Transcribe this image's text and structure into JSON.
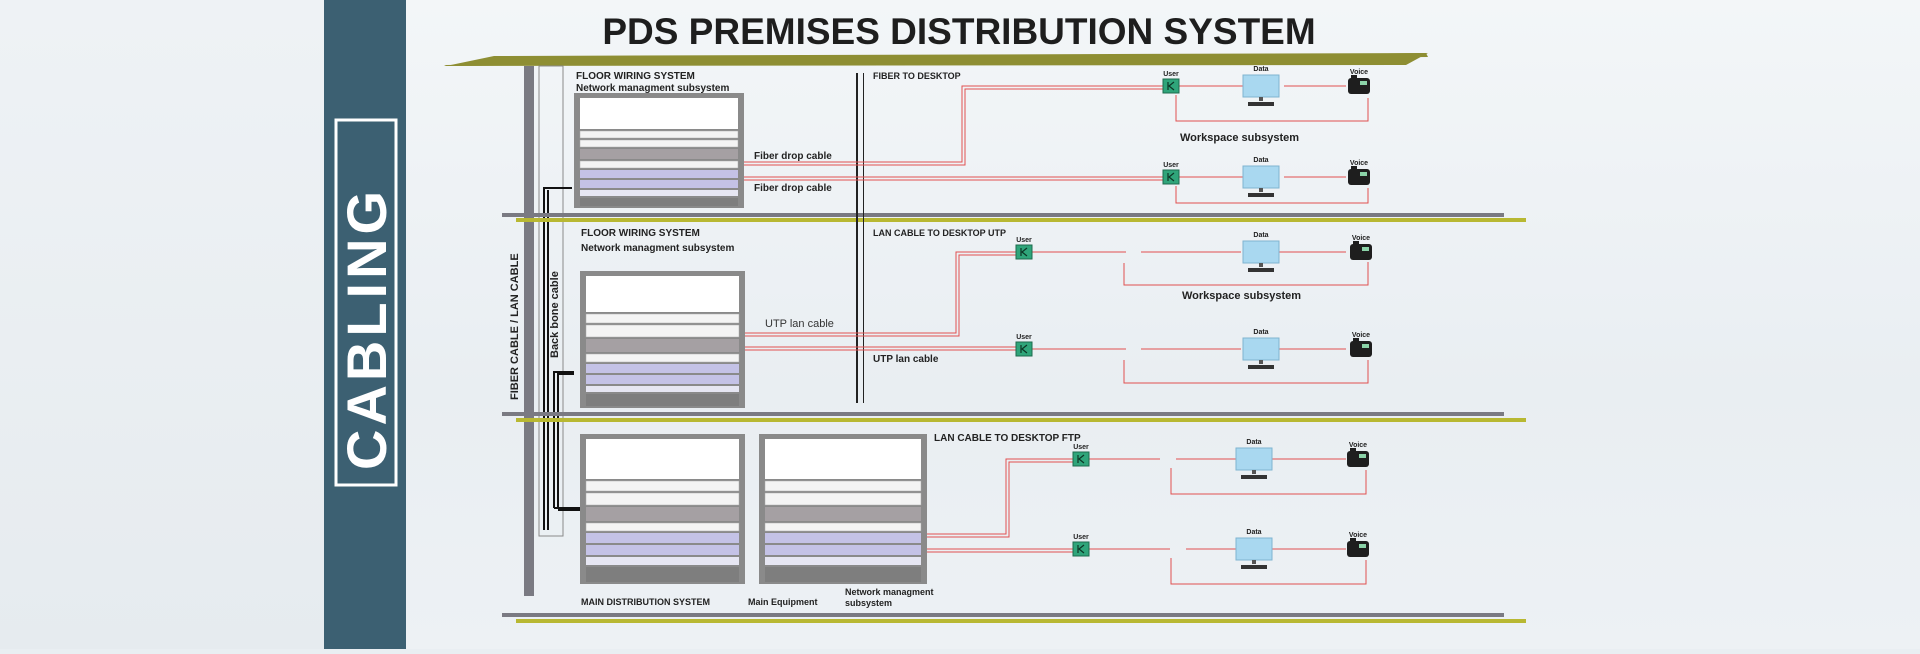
{
  "title": "PDS PREMISES DISTRIBUTION SYSTEM",
  "logo_text": "CABLING",
  "vertical_labels": {
    "fiber_lan": "FIBER CABLE / LAN CABLE",
    "backbone": "Back bone cable"
  },
  "floors": [
    {
      "system": "FLOOR WIRING SYSTEM",
      "subsystem": "Network managment subsystem",
      "link_title": "FIBER TO DESKTOP",
      "cables": [
        "Fiber drop cable",
        "Fiber drop cable"
      ],
      "workspace": "Workspace subsystem"
    },
    {
      "system": "FLOOR WIRING SYSTEM",
      "subsystem": "Network managment subsystem",
      "link_title": "LAN CABLE TO DESKTOP UTP",
      "cables": [
        "UTP lan cable",
        "UTP lan cable"
      ],
      "workspace": "Workspace subsystem"
    },
    {
      "link_title": "LAN CABLE TO DESKTOP FTP",
      "bottom_labels": [
        "MAIN DISTRIBUTION SYSTEM",
        "Main Equipment",
        "Network managment",
        "subsystem"
      ]
    }
  ],
  "node_labels": {
    "user": "User",
    "data": "Data",
    "voice": "Voice"
  },
  "colors": {
    "logo_band": "#3c6072",
    "olive_bar": "#8e8e33",
    "grey_bar": "#7a7a82",
    "red_cable": "#e15050",
    "rack_lavender": "#c4c2e6",
    "user_green": "#2fa57a",
    "monitor_blue": "#a9d8f0"
  }
}
